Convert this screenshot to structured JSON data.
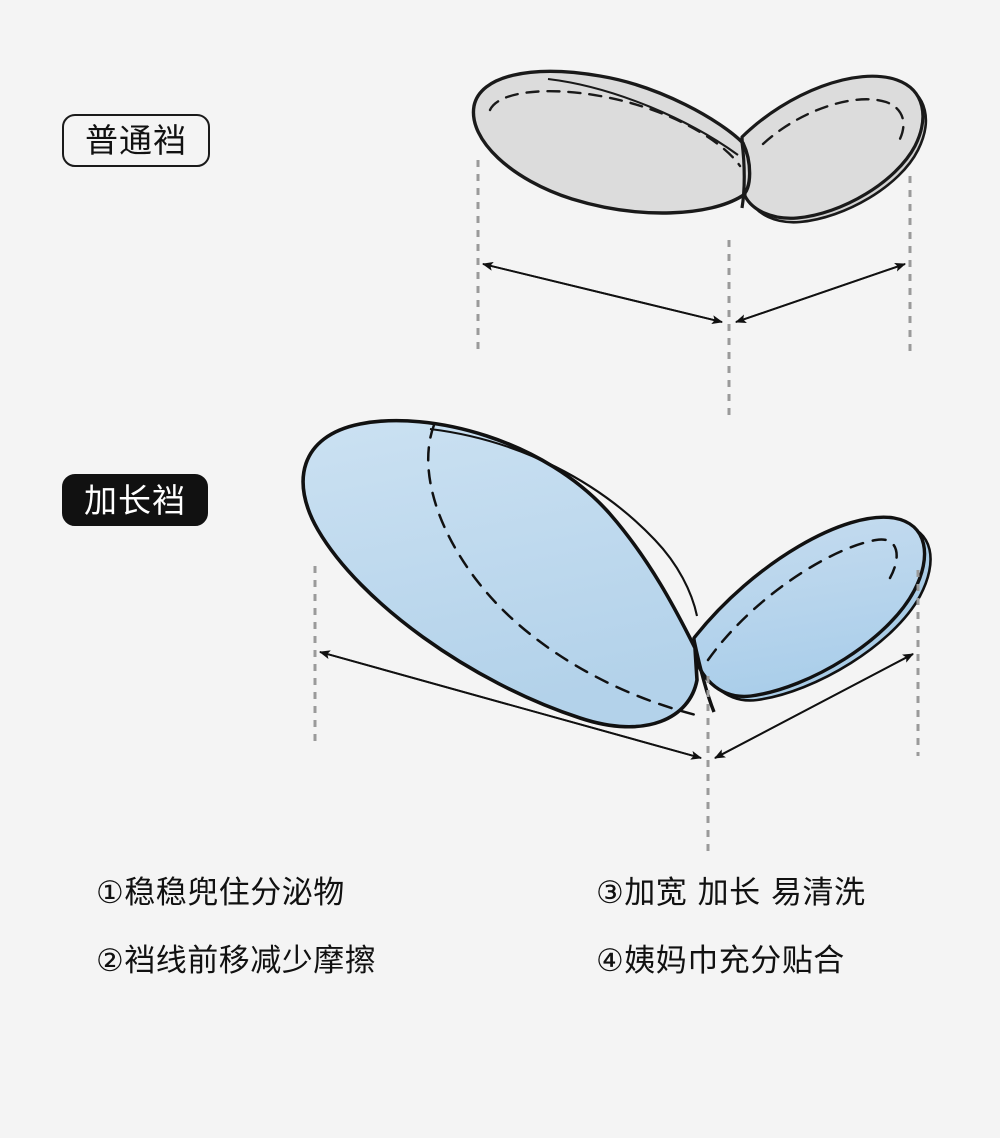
{
  "page": {
    "background_color": "#f4f4f4",
    "title": "裆部对比示意图"
  },
  "labels": {
    "normal": {
      "text": "普通裆",
      "style": "outline",
      "text_color": "#111111",
      "fill_color": "#f4f4f4",
      "border_color": "#1a1a1a"
    },
    "extended": {
      "text": "加长裆",
      "style": "solid",
      "text_color": "#ffffff",
      "fill_color": "#111111",
      "border_color": "#111111"
    }
  },
  "diagrams": {
    "normal": {
      "name": "普通裆",
      "fill_color": "#dcdcdc",
      "stroke_color": "#1a1a1a",
      "guide_color": "#9a9a9a",
      "arrow_color": "#111111"
    },
    "extended": {
      "name": "加长裆",
      "fill_color": "#c4dcef",
      "fill_color_dark": "#a9cce6",
      "stroke_color": "#111111",
      "guide_color": "#9a9a9a",
      "arrow_color": "#111111"
    }
  },
  "features": {
    "left_column": [
      "①稳稳兜住分泌物",
      "②裆线前移减少摩擦"
    ],
    "right_column": [
      "③加宽 加长 易清洗",
      "④姨妈巾充分贴合"
    ]
  }
}
